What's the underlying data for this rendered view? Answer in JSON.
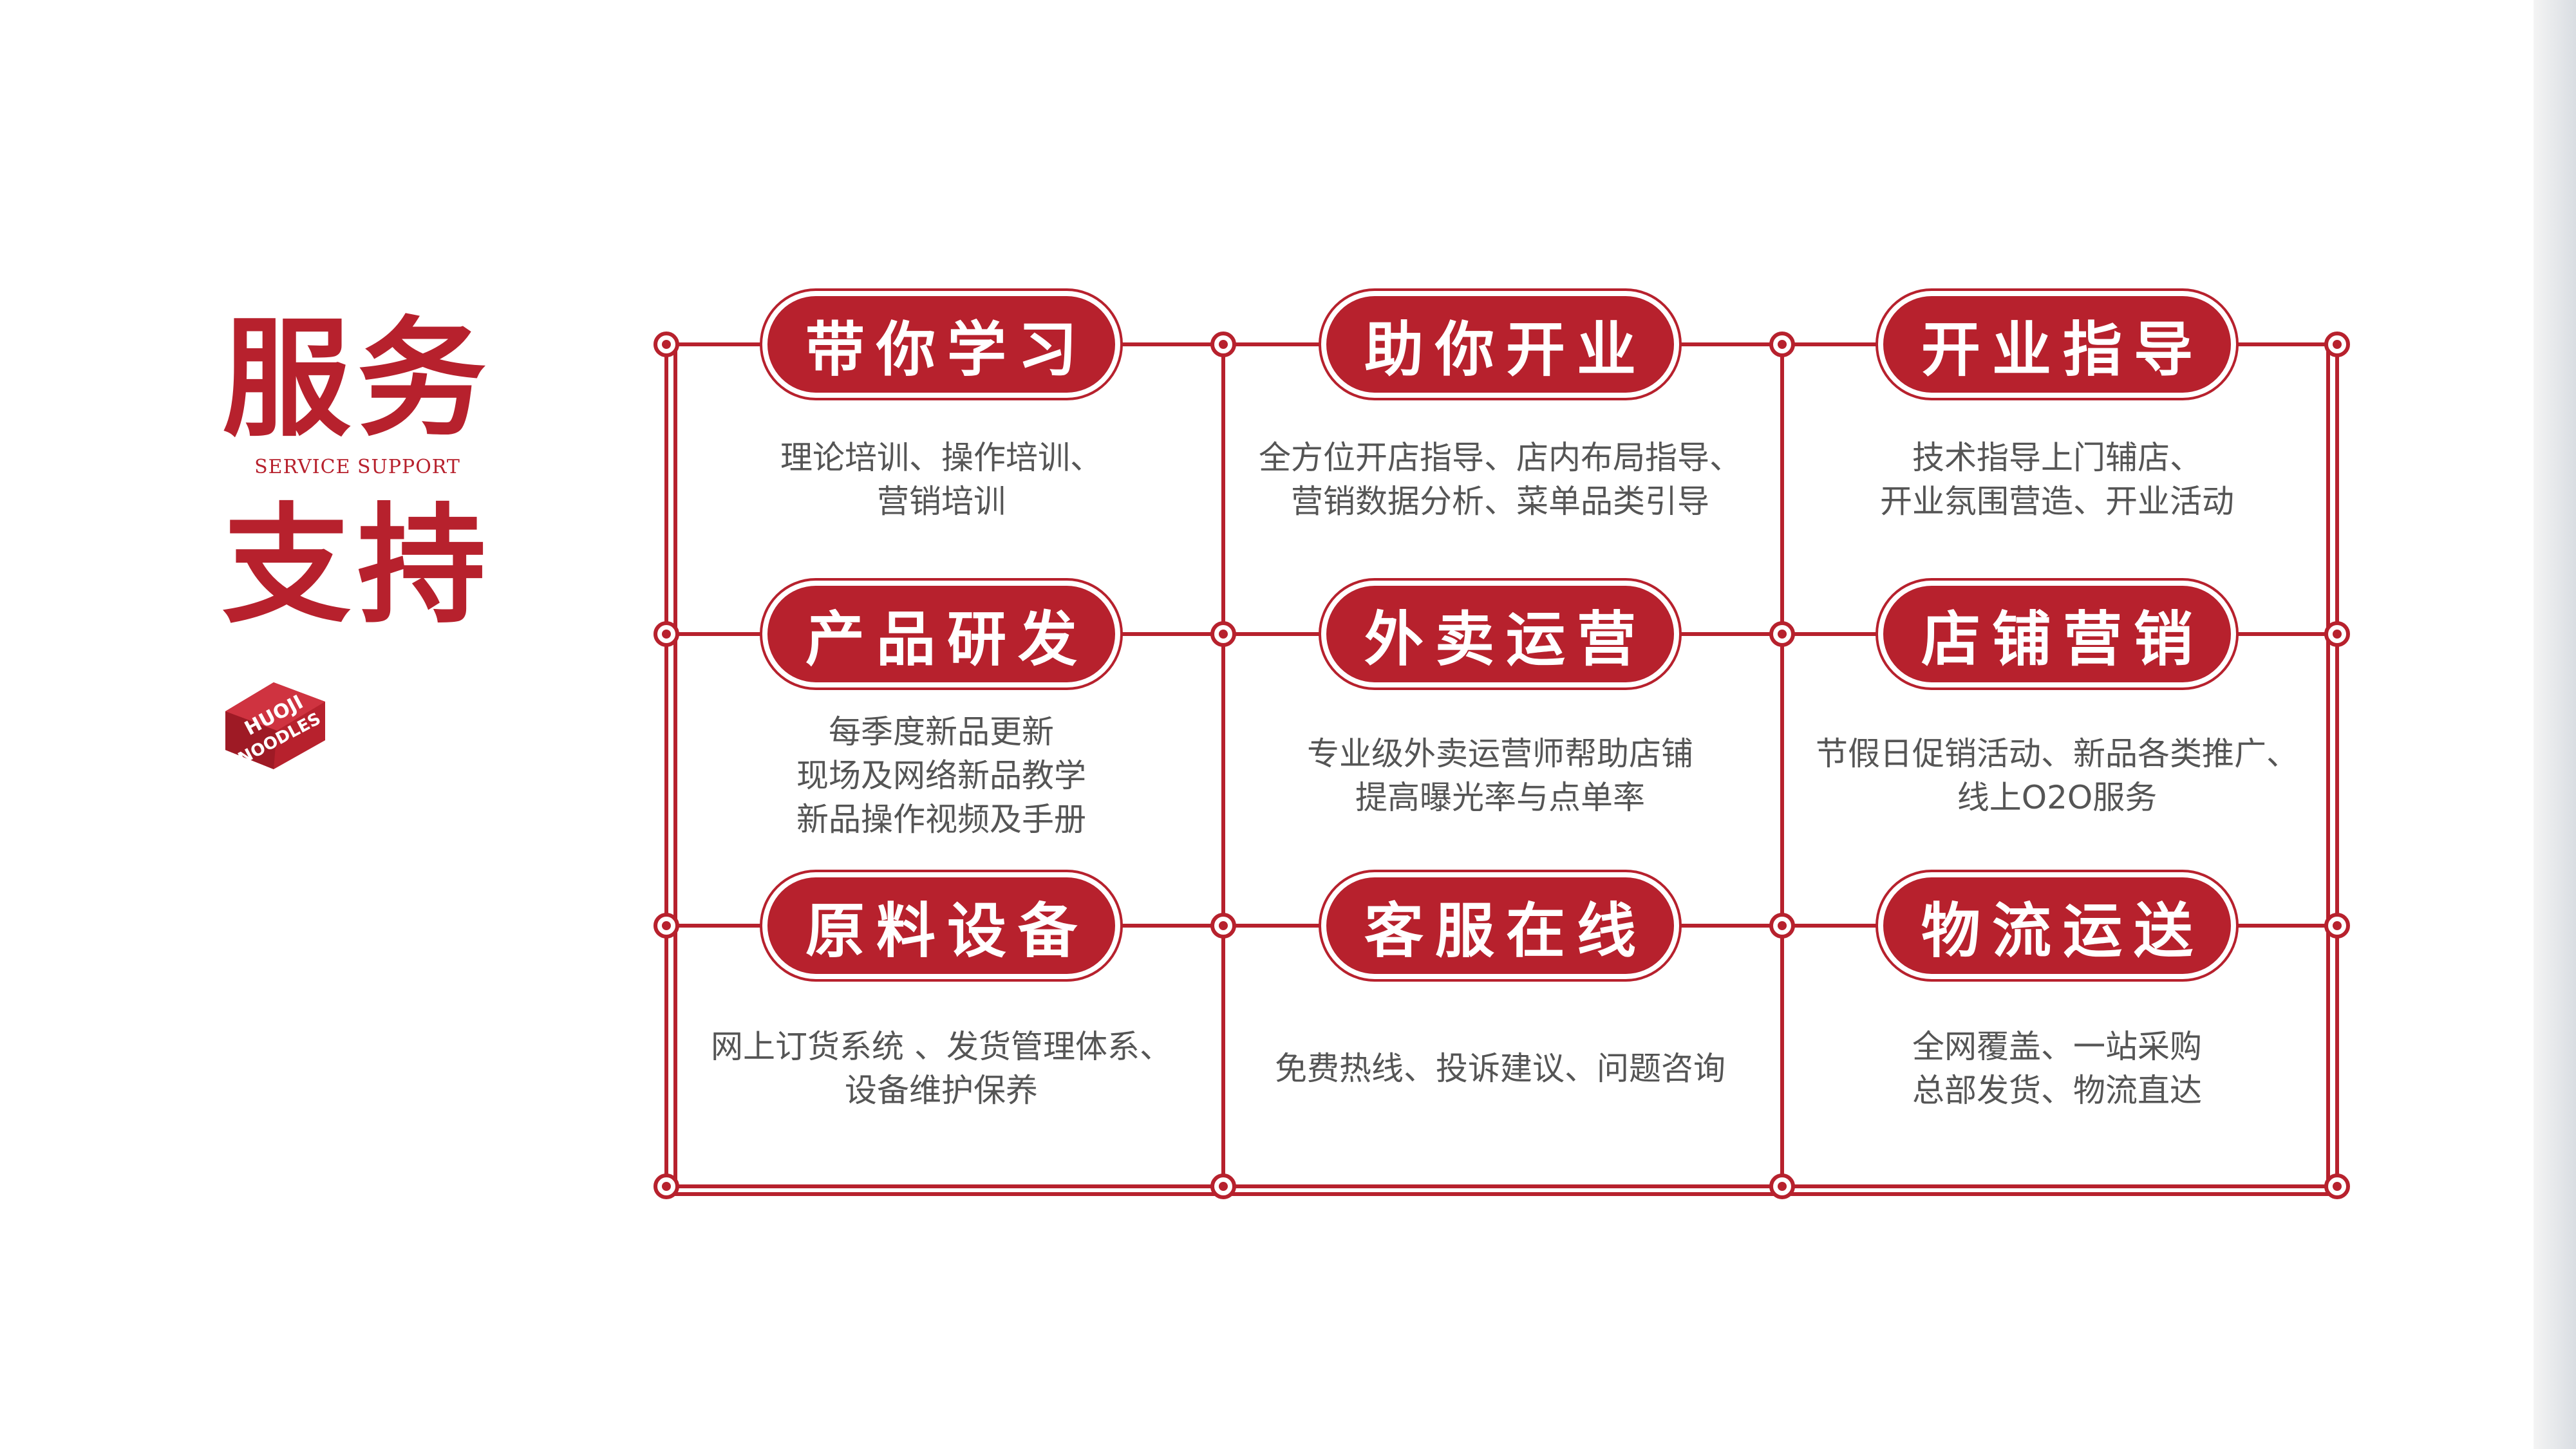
{
  "title": {
    "line1": "服务",
    "subtitle": "SERVICE SUPPORT",
    "line2": "支持"
  },
  "logo": {
    "line1": "HUOJI",
    "line2": "NOODLES"
  },
  "brand_color": "#b7212d",
  "services": [
    {
      "title": "带你学习",
      "lines": [
        "理论培训、操作培训、",
        "营销培训"
      ]
    },
    {
      "title": "助你开业",
      "lines": [
        "全方位开店指导、店内布局指导、",
        "营销数据分析、菜单品类引导"
      ]
    },
    {
      "title": "开业指导",
      "lines": [
        "技术指导上门辅店、",
        "开业氛围营造、开业活动"
      ]
    },
    {
      "title": "产品研发",
      "lines": [
        "每季度新品更新",
        "现场及网络新品教学",
        "新品操作视频及手册"
      ]
    },
    {
      "title": "外卖运营",
      "lines": [
        "专业级外卖运营师帮助店铺",
        "提高曝光率与点单率"
      ]
    },
    {
      "title": "店铺营销",
      "lines": [
        "节假日促销活动、新品各类推广、",
        "线上O2O服务"
      ]
    },
    {
      "title": "原料设备",
      "lines": [
        "网上订货系统 、发货管理体系、",
        "设备维护保养"
      ]
    },
    {
      "title": "客服在线",
      "lines": [
        "免费热线、投诉建议、问题咨询"
      ]
    },
    {
      "title": "物流运送",
      "lines": [
        "全网覆盖、一站采购",
        "总部发货、物流直达"
      ]
    }
  ]
}
